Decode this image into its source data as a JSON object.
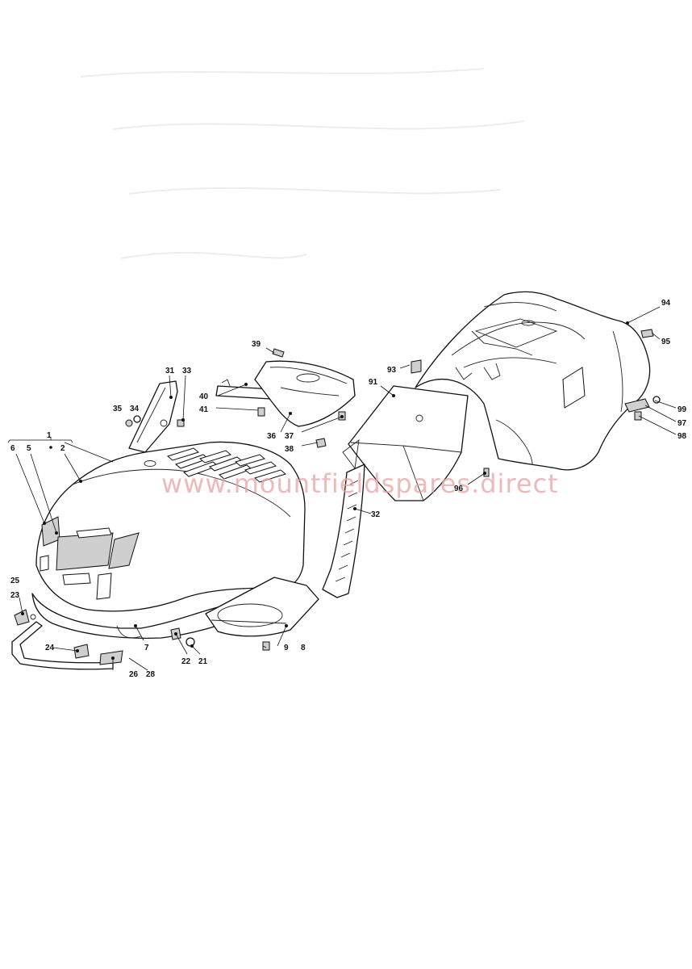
{
  "watermark": "www.mountfieldspares.direct",
  "callouts": [
    {
      "id": "c1",
      "text": "1"
    },
    {
      "id": "c2",
      "text": "2"
    },
    {
      "id": "c5",
      "text": "5"
    },
    {
      "id": "c6",
      "text": "6"
    },
    {
      "id": "c7",
      "text": "7"
    },
    {
      "id": "c8",
      "text": "8"
    },
    {
      "id": "c9",
      "text": "9"
    },
    {
      "id": "c21",
      "text": "21"
    },
    {
      "id": "c22",
      "text": "22"
    },
    {
      "id": "c23",
      "text": "23"
    },
    {
      "id": "c24",
      "text": "24"
    },
    {
      "id": "c25",
      "text": "25"
    },
    {
      "id": "c26",
      "text": "26"
    },
    {
      "id": "c28",
      "text": "28"
    },
    {
      "id": "c31",
      "text": "31"
    },
    {
      "id": "c32",
      "text": "32"
    },
    {
      "id": "c33",
      "text": "33"
    },
    {
      "id": "c34",
      "text": "34"
    },
    {
      "id": "c35",
      "text": "35"
    },
    {
      "id": "c36",
      "text": "36"
    },
    {
      "id": "c37",
      "text": "37"
    },
    {
      "id": "c38",
      "text": "38"
    },
    {
      "id": "c39",
      "text": "39"
    },
    {
      "id": "c40",
      "text": "40"
    },
    {
      "id": "c41",
      "text": "41"
    },
    {
      "id": "c91",
      "text": "91"
    },
    {
      "id": "c93",
      "text": "93"
    },
    {
      "id": "c94",
      "text": "94"
    },
    {
      "id": "c95",
      "text": "95"
    },
    {
      "id": "c96",
      "text": "96"
    },
    {
      "id": "c97",
      "text": "97"
    },
    {
      "id": "c98",
      "text": "98"
    },
    {
      "id": "c99",
      "text": "99"
    }
  ]
}
